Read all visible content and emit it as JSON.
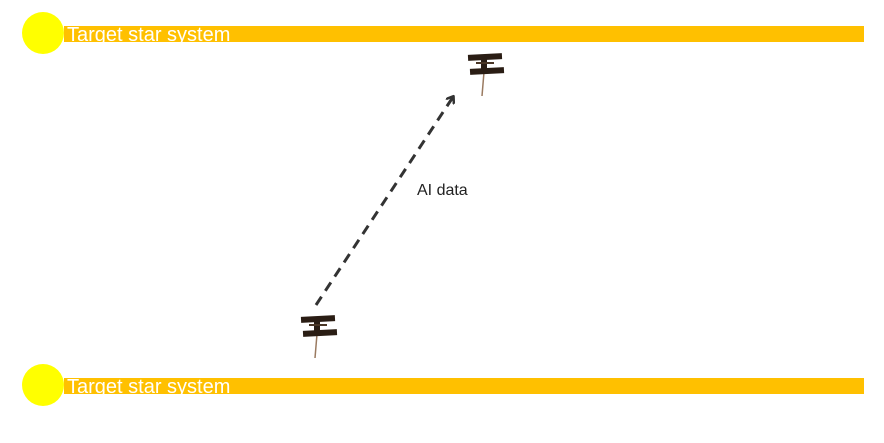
{
  "bands": {
    "top": {
      "label": "Target star system"
    },
    "bottom": {
      "label": "Target star system"
    }
  },
  "edge": {
    "label": "AI data"
  },
  "colors": {
    "sun": "#ffff00",
    "band": "#ffc000",
    "band_text": "#ffffff",
    "arrow": "#333333",
    "label_text": "#222222",
    "satellite_panel": "#2a1d14",
    "satellite_beam": "#9a7a60"
  },
  "icons": {
    "satellite": "satellite-icon",
    "star": "sun-icon"
  }
}
